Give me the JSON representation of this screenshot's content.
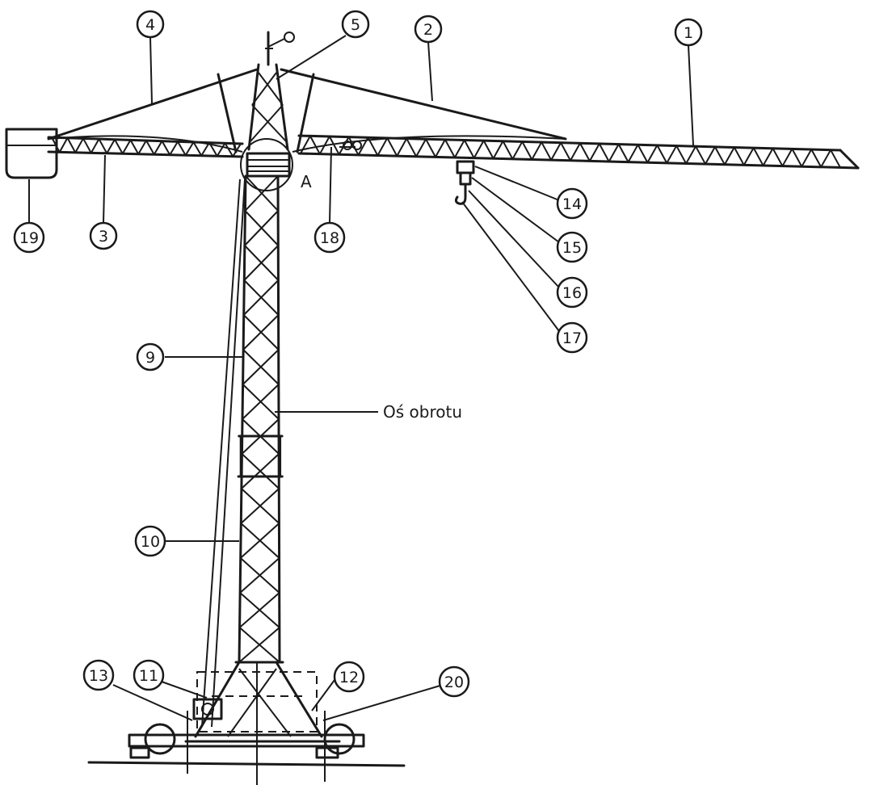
{
  "callouts": [
    {
      "id": "1",
      "label": "1"
    },
    {
      "id": "2",
      "label": "2"
    },
    {
      "id": "3",
      "label": "3"
    },
    {
      "id": "4",
      "label": "4"
    },
    {
      "id": "5",
      "label": "5"
    },
    {
      "id": "9",
      "label": "9"
    },
    {
      "id": "10",
      "label": "10"
    },
    {
      "id": "11",
      "label": "11"
    },
    {
      "id": "12",
      "label": "12"
    },
    {
      "id": "13",
      "label": "13"
    },
    {
      "id": "14",
      "label": "14"
    },
    {
      "id": "15",
      "label": "15"
    },
    {
      "id": "16",
      "label": "16"
    },
    {
      "id": "17",
      "label": "17"
    },
    {
      "id": "18",
      "label": "18"
    },
    {
      "id": "19",
      "label": "19"
    },
    {
      "id": "20",
      "label": "20"
    }
  ],
  "annotations": {
    "detail_a": "A",
    "rotation_axis": "Oś obrotu"
  }
}
